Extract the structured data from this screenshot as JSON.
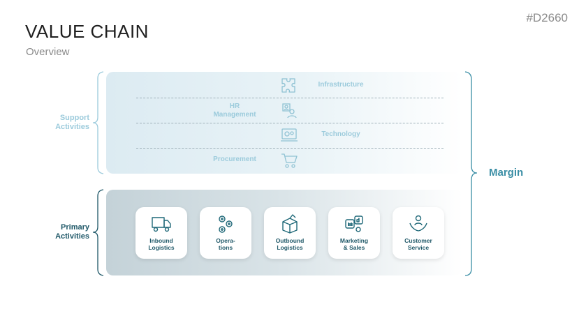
{
  "header": {
    "title": "VALUE CHAIN",
    "subtitle": "Overview",
    "code": "#D2660"
  },
  "support": {
    "label": "Support\nActivities",
    "rows": [
      {
        "label": "Infrastructure",
        "icon": "puzzle-icon"
      },
      {
        "label": "HR\nManagement",
        "icon": "people-profile-icon"
      },
      {
        "label": "Technology",
        "icon": "laptop-gears-icon"
      },
      {
        "label": "Procurement",
        "icon": "shopping-cart-icon"
      }
    ]
  },
  "primary": {
    "label": "Primary\nActivities",
    "cards": [
      {
        "label": "Inbound\nLogistics",
        "icon": "delivery-truck-icon"
      },
      {
        "label": "Opera-\ntions",
        "icon": "gears-icon"
      },
      {
        "label": "Outbound\nLogistics",
        "icon": "open-box-icon"
      },
      {
        "label": "Marketing\n& Sales",
        "icon": "social-media-icon"
      },
      {
        "label": "Customer\nService",
        "icon": "customer-care-icon"
      }
    ]
  },
  "margin_label": "Margin",
  "colors": {
    "support_text": "#9ccbdc",
    "primary_text": "#1f5868",
    "margin": "#3a8ea5"
  }
}
